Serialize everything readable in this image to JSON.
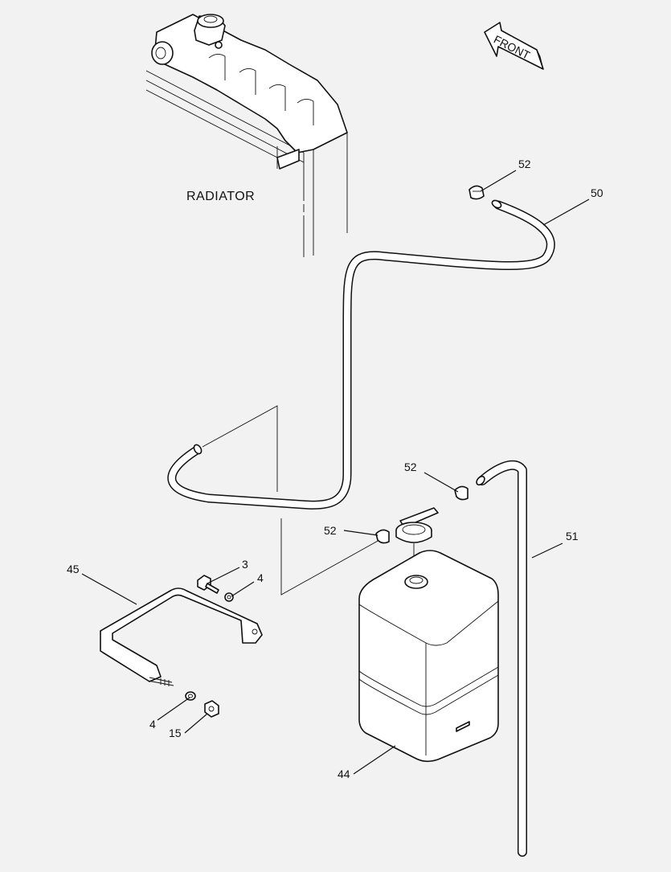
{
  "diagram": {
    "texts": {
      "radiator": "RADIATOR",
      "front": "FRONT"
    },
    "callouts": [
      {
        "id": "52",
        "text": "52"
      },
      {
        "id": "50",
        "text": "50"
      },
      {
        "id": "52",
        "text": "52"
      },
      {
        "id": "52",
        "text": "52"
      },
      {
        "id": "51",
        "text": "51"
      },
      {
        "id": "45",
        "text": "45"
      },
      {
        "id": "3",
        "text": "3"
      },
      {
        "id": "4",
        "text": "4"
      },
      {
        "id": "4",
        "text": "4"
      },
      {
        "id": "15",
        "text": "15"
      },
      {
        "id": "44",
        "text": "44"
      }
    ]
  }
}
